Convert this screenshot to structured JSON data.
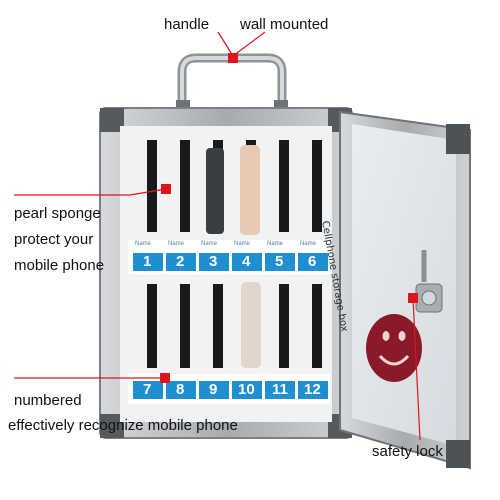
{
  "callouts": {
    "handle": "handle",
    "wall_mounted": "wall mounted",
    "pearl_sponge": "pearl sponge",
    "protect_your": "protect your",
    "mobile_phone": "mobile phone",
    "numbered": "numbered",
    "effectively": "effectively recognize mobile phone",
    "safety_lock": "safety lock"
  },
  "slot_numbers_top": [
    "1",
    "2",
    "3",
    "4",
    "5",
    "6"
  ],
  "slot_numbers_bottom": [
    "7",
    "8",
    "9",
    "10",
    "11",
    "12"
  ],
  "slot_tag_text": "Name",
  "door_text": "Cellphone storage box",
  "colors": {
    "marker": "#e0141c",
    "number_tag": "#1f8fd1",
    "frame": "#b9bcc0",
    "foam": "#f1f2f3",
    "slot": "#17191b"
  },
  "icons": [
    "smiley-icon",
    "lock-icon",
    "handle-icon"
  ]
}
